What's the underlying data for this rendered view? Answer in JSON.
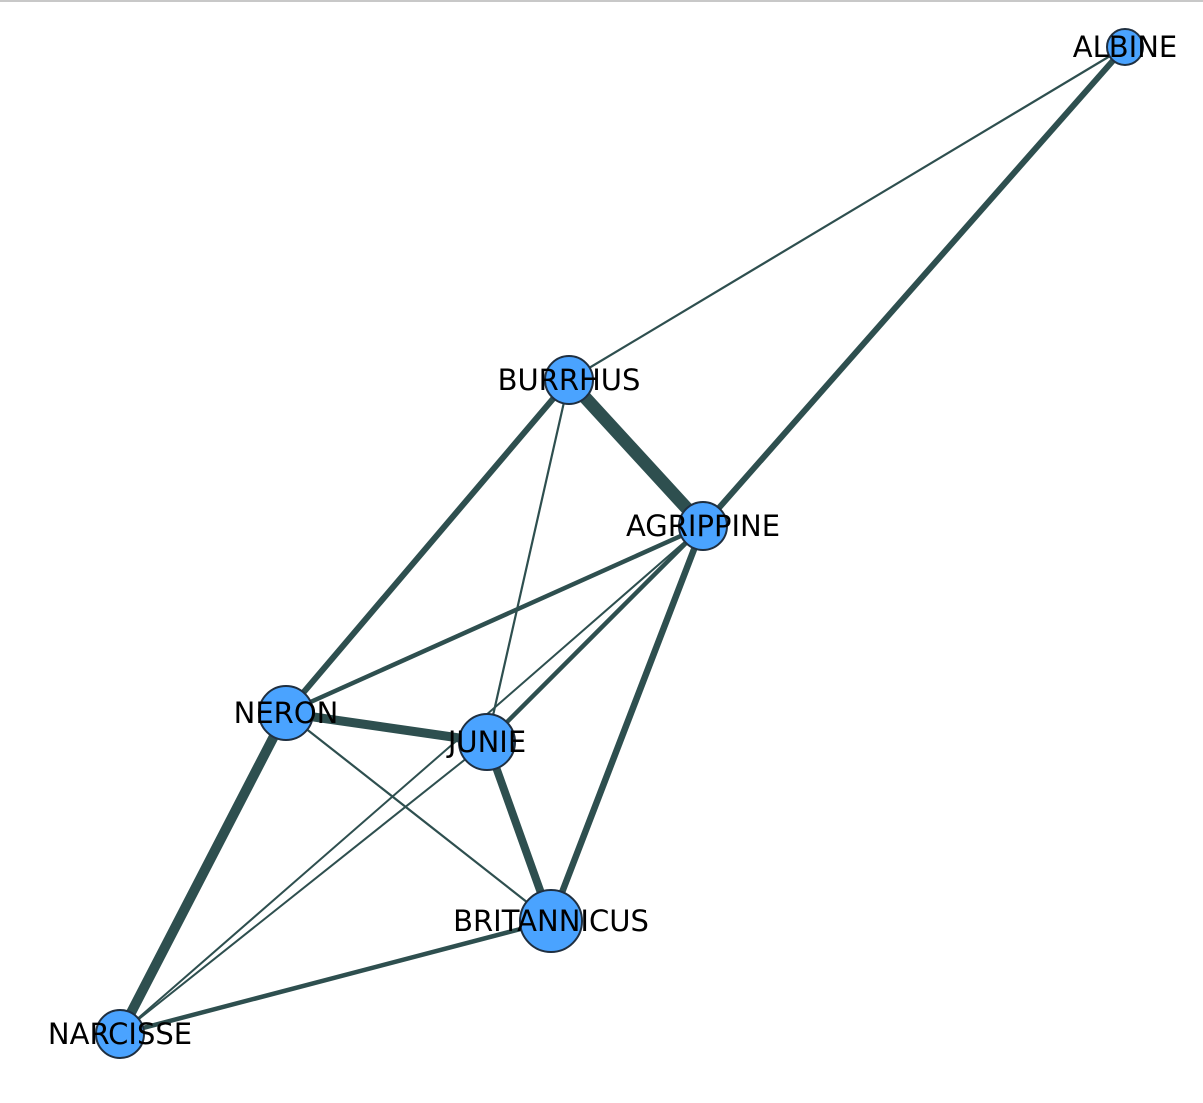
{
  "colors": {
    "node_fill": "#4aa3ff",
    "node_stroke": "#1f2f40",
    "edge": "#2e4f4f",
    "label": "#000000"
  },
  "nodes": [
    {
      "id": "albine",
      "label": "ALBINE"
    },
    {
      "id": "burrhus",
      "label": "BURRHUS"
    },
    {
      "id": "agrippine",
      "label": "AGRIPPINE"
    },
    {
      "id": "neron",
      "label": "NERON"
    },
    {
      "id": "junie",
      "label": "JUNIE"
    },
    {
      "id": "britannicus",
      "label": "BRITANNICUS"
    },
    {
      "id": "narcisse",
      "label": "NARCISSE"
    }
  ],
  "edges": [
    {
      "source": "albine",
      "target": "burrhus"
    },
    {
      "source": "albine",
      "target": "agrippine"
    },
    {
      "source": "burrhus",
      "target": "agrippine"
    },
    {
      "source": "burrhus",
      "target": "neron"
    },
    {
      "source": "burrhus",
      "target": "junie"
    },
    {
      "source": "agrippine",
      "target": "neron"
    },
    {
      "source": "agrippine",
      "target": "junie"
    },
    {
      "source": "agrippine",
      "target": "britannicus"
    },
    {
      "source": "agrippine",
      "target": "narcisse"
    },
    {
      "source": "neron",
      "target": "junie"
    },
    {
      "source": "neron",
      "target": "britannicus"
    },
    {
      "source": "neron",
      "target": "narcisse"
    },
    {
      "source": "junie",
      "target": "britannicus"
    },
    {
      "source": "junie",
      "target": "narcisse"
    },
    {
      "source": "britannicus",
      "target": "narcisse"
    }
  ]
}
